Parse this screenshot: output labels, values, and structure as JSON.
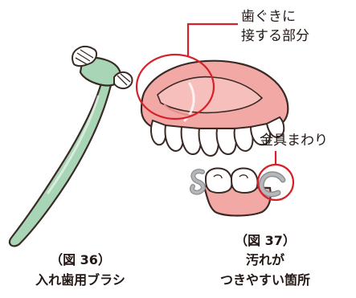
{
  "callouts": {
    "gum_contact_line1": "歯ぐきに",
    "gum_contact_line2": "接する部分",
    "metal_clasp": "金具まわり"
  },
  "captions": {
    "fig36_number": "（図 36）",
    "fig36_title": "入れ歯用ブラシ",
    "fig37_number": "（図 37）",
    "fig37_line1": "汚れが",
    "fig37_line2": "つきやすい箇所"
  },
  "colors": {
    "brush_handle": "#a8d5b5",
    "gum_pink": "#f2a9a5",
    "outline": "#3a2a26",
    "metal_gray": "#b5b8ba",
    "callout_red": "#d6202a"
  }
}
